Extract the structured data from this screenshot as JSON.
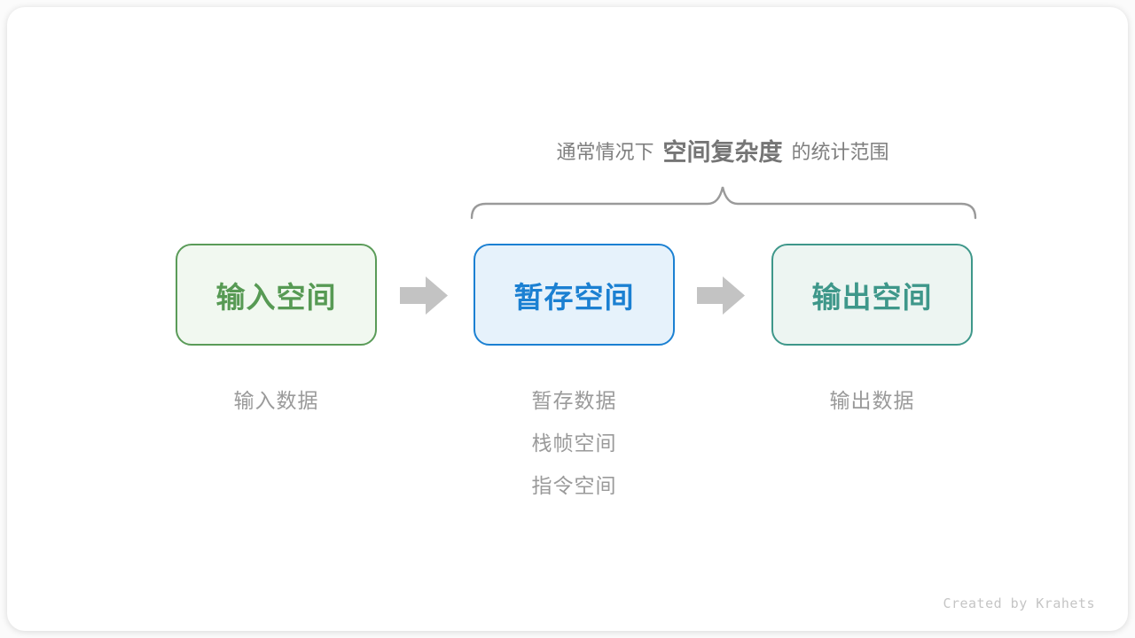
{
  "annotation": {
    "prefix": "通常情况下",
    "highlight": "空间复杂度",
    "suffix": "的统计范围"
  },
  "boxes": [
    {
      "label": "输入空间",
      "border_color": "#5A9B58",
      "bg_color": "#F1F8F0",
      "text_color": "#579A54"
    },
    {
      "label": "暂存空间",
      "border_color": "#1B80D2",
      "bg_color": "#E6F2FB",
      "text_color": "#1B80D2"
    },
    {
      "label": "输出空间",
      "border_color": "#3E978A",
      "bg_color": "#EDF5F2",
      "text_color": "#3E978A"
    }
  ],
  "sublabels": {
    "input": [
      "输入数据"
    ],
    "temp": [
      "暂存数据",
      "栈帧空间",
      "指令空间"
    ],
    "output": [
      "输出数据"
    ]
  },
  "credit": "Created by Krahets",
  "colors": {
    "arrow": "#C3C3C3",
    "brace": "#9A9A9A",
    "annotation_text": "#7E7E7E",
    "sublabel_text": "#9A9A9A",
    "credit_text": "#C5C5C5",
    "card_bg": "#FFFFFF"
  }
}
